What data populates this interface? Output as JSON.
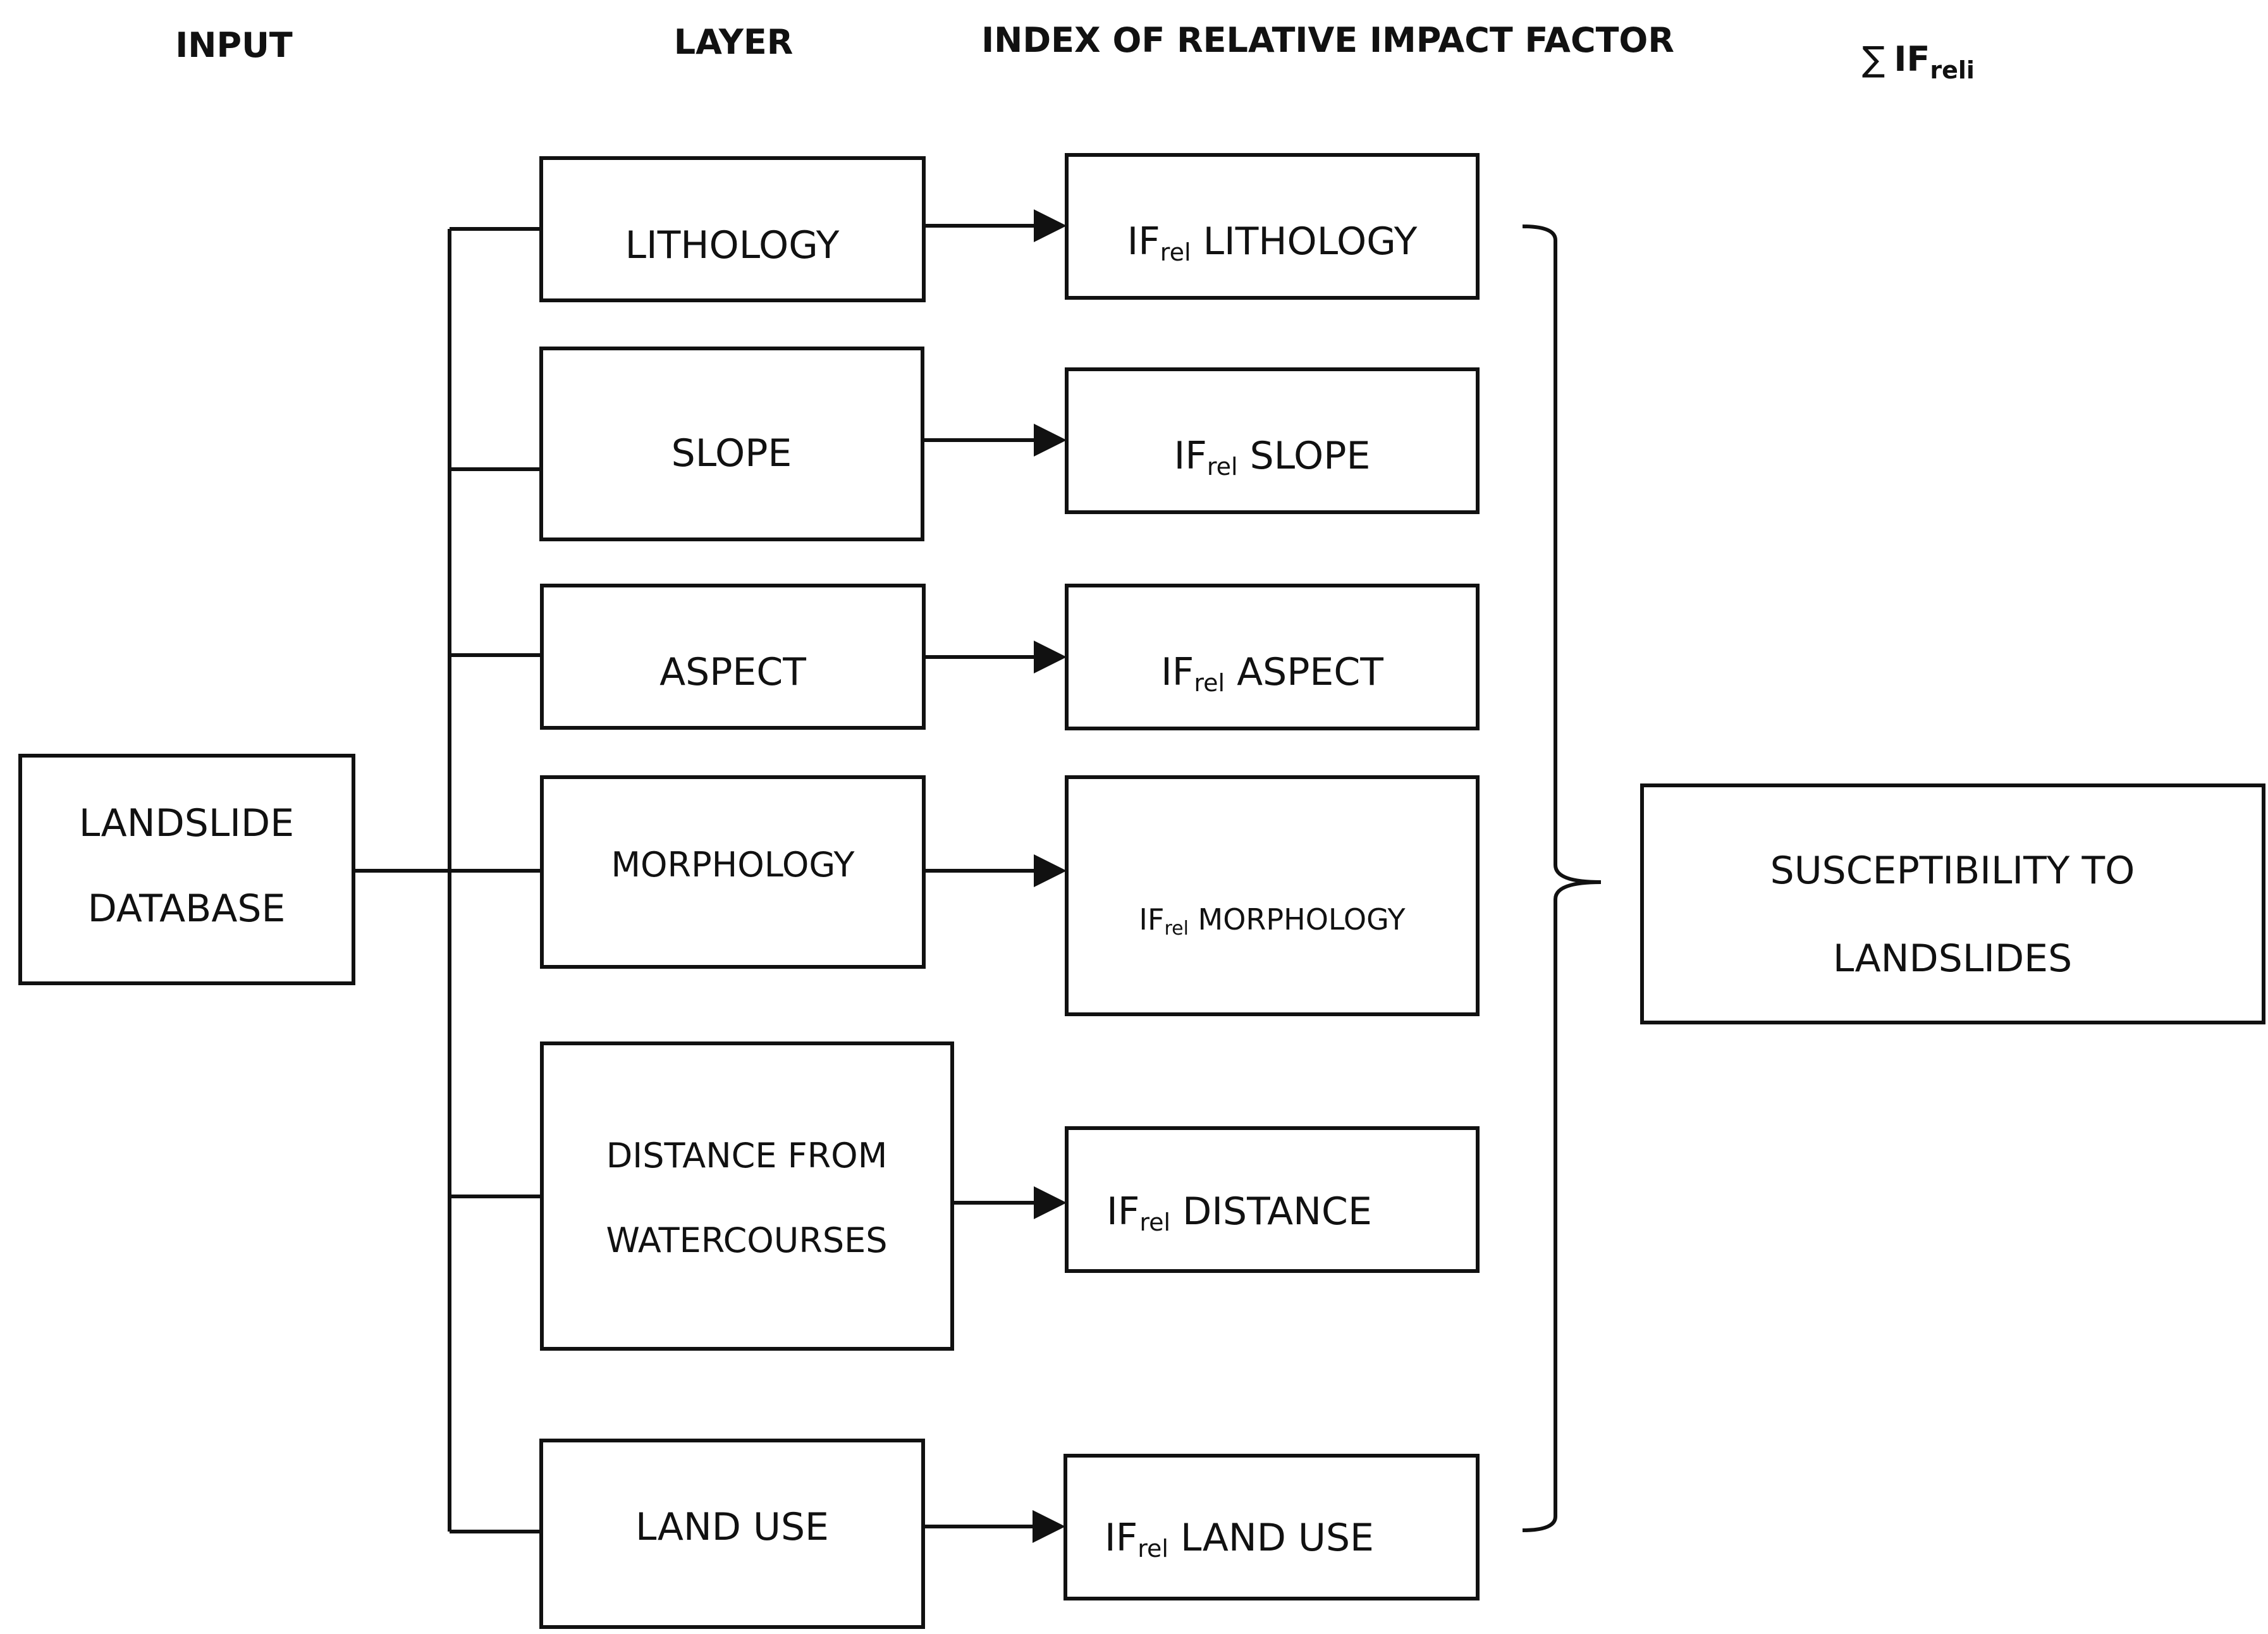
{
  "headers": {
    "input": "INPUT",
    "layer": "LAYER",
    "index": "INDEX OF RELATIVE IMPACT FACTOR",
    "sum_symbol": "∑",
    "sum_main": "IF",
    "sum_sub": "reli"
  },
  "input_box": {
    "line1": "LANDSLIDE",
    "line2": "DATABASE"
  },
  "layers": [
    {
      "line1": "LITHOLOGY",
      "line2": ""
    },
    {
      "line1": "SLOPE",
      "line2": ""
    },
    {
      "line1": "ASPECT",
      "line2": ""
    },
    {
      "line1": "MORPHOLOGY",
      "line2": ""
    },
    {
      "line1": "DISTANCE FROM",
      "line2": "WATERCOURSES"
    },
    {
      "line1": "LAND USE",
      "line2": ""
    }
  ],
  "factors": [
    {
      "prefix": "IF",
      "sub": "rel",
      "name": " LITHOLOGY"
    },
    {
      "prefix": "IF",
      "sub": "rel",
      "name": " SLOPE"
    },
    {
      "prefix": "IF",
      "sub": "rel",
      "name": " ASPECT"
    },
    {
      "prefix": "IF",
      "sub": "rel",
      "name": " MORPHOLOGY"
    },
    {
      "prefix": "IF",
      "sub": "rel",
      "name": " DISTANCE"
    },
    {
      "prefix": "IF",
      "sub": "rel",
      "name": " LAND USE"
    }
  ],
  "output_box": {
    "line1": "SUSCEPTIBILITY TO",
    "line2": "LANDSLIDES"
  }
}
